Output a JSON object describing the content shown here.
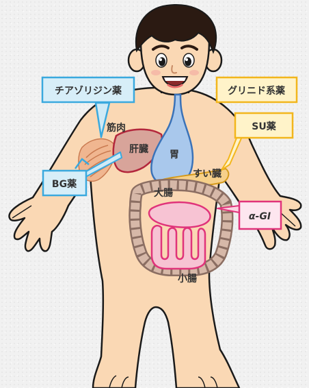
{
  "drug_labels": {
    "thiazolidine": "チアゾリジン薬",
    "glinide": "グリニド系薬",
    "su": "SU薬",
    "bg": "BG薬",
    "agi": "α-GI"
  },
  "organ_labels": {
    "muscle": "筋肉",
    "liver": "肝臓",
    "stomach": "胃",
    "pancreas": "すい臓",
    "large_intestine": "大腸",
    "small_intestine": "小腸"
  },
  "colors": {
    "thiazolidine": "#3aa9de",
    "glinide": "#f2b61c",
    "su": "#f2b61c",
    "bg": "#3aa9de",
    "agi": "#e0337a",
    "skin": "#fad8b4",
    "outline": "#1a1a1a"
  }
}
